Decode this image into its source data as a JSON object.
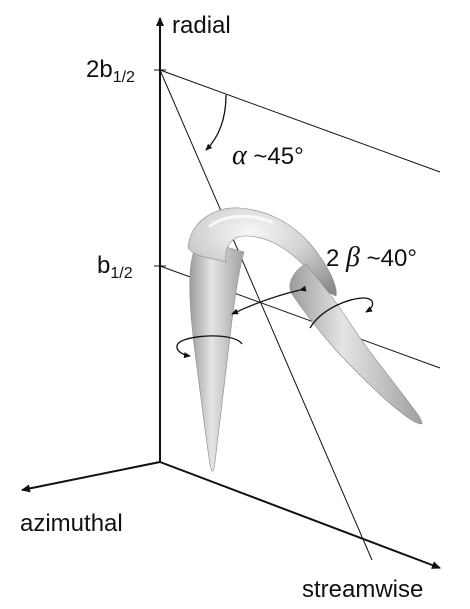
{
  "axes": {
    "radial": "radial",
    "azimuthal": "azimuthal",
    "streamwise": "streamwise"
  },
  "ticks": {
    "two_b_prefix": "2b",
    "b_prefix": "b",
    "subscript": "1/2"
  },
  "angles": {
    "alpha_symbol": "α",
    "alpha_value": " ~45°",
    "beta_prefix": "2",
    "beta_symbol": "β",
    "beta_value": " ~40°"
  },
  "colors": {
    "line": "#111111",
    "vortex_light": "#e9e9e9",
    "vortex_mid": "#c4c4c4",
    "vortex_dark": "#8e8e8e"
  }
}
